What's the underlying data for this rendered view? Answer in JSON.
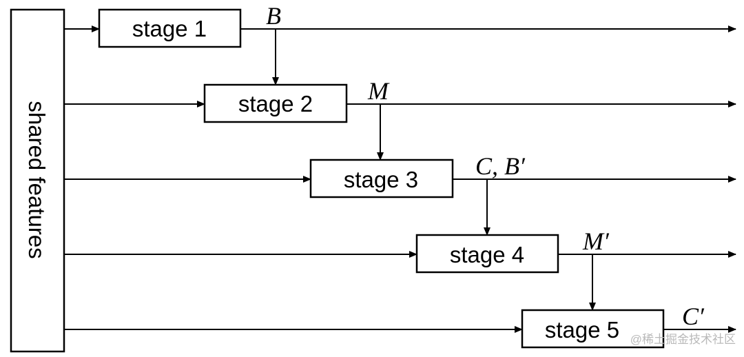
{
  "shared": {
    "label": "shared features"
  },
  "stages": [
    {
      "label": "stage 1",
      "output": "B"
    },
    {
      "label": "stage 2",
      "output": "M"
    },
    {
      "label": "stage 3",
      "output": "C, B′"
    },
    {
      "label": "stage 4",
      "output": "M′"
    },
    {
      "label": "stage 5",
      "output": "C′"
    }
  ],
  "watermark": "@稀土掘金技术社区",
  "colors": {
    "ink": "#000000",
    "background": "#ffffff",
    "watermark": "#b9b9b9"
  }
}
